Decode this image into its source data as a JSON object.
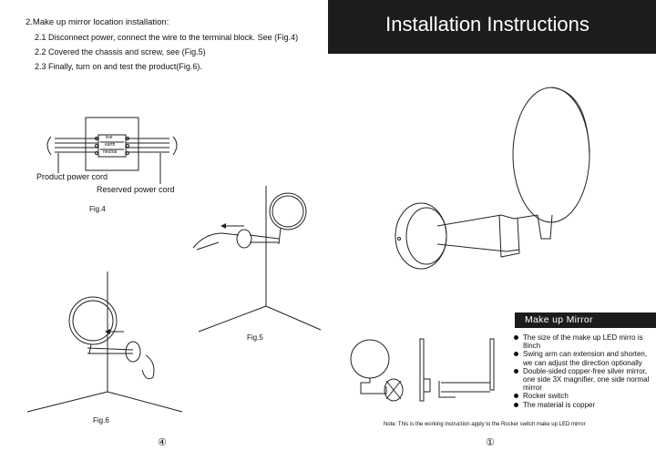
{
  "left_page": {
    "section_title": "2.Make up mirror location installation:",
    "steps": [
      "2.1 Disconnect power, connect the wire to the terminal block. See (Fig.4)",
      "2.2 Covered the chassis and screw, see (Fig.5)",
      "2.3 Finally, turn on and test the product(Fig.6)."
    ],
    "fig4": {
      "label": "Fig.4",
      "terminal_labels": [
        "live",
        "earth",
        "neutral"
      ],
      "product_cord_label": "Product power cord",
      "reserved_cord_label": "Reserved power cord"
    },
    "fig5_label": "Fig.5",
    "fig6_label": "Fig.6",
    "page_number": "④"
  },
  "right_page": {
    "header_title": "Installation Instructions",
    "section_title": "Make up  Mirror",
    "features": [
      "The size of the make up LED mirro is 8inch",
      "Swing arm can extension and shorten, we can adjust the direction optionally",
      "Double-sided copper-free silver mirror, one side 3X magnifier, one side normal mirror",
      "Rocker switch",
      "The material is copper"
    ],
    "note": "Note:  This is the working instruction apply to the Rocker switch make up LED mirror",
    "page_number": "①"
  },
  "colors": {
    "header_bg": "#1c1c1c",
    "header_text": "#ffffff",
    "line": "#222222"
  }
}
